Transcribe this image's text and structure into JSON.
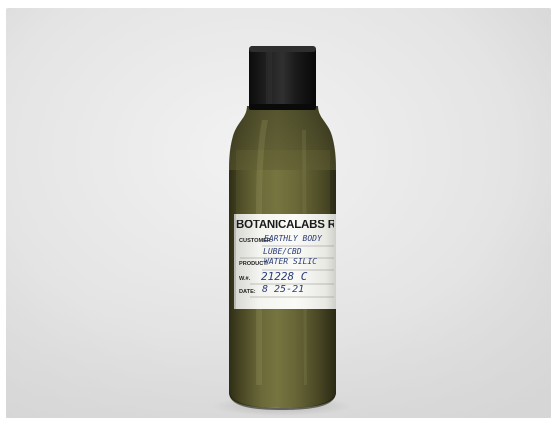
{
  "label": {
    "header": "BOTANICALABS RETAIN SAMP",
    "fields": [
      {
        "label": "CUSTOMER:",
        "value": "EARTHLY BODY"
      },
      {
        "label": "",
        "value": "LUBE/CBD"
      },
      {
        "label": "PRODUCT:",
        "value": "WATER SILIC"
      },
      {
        "label": "W.#.",
        "value": "21228 C"
      },
      {
        "label": "DATE:",
        "value": "8 25-21"
      }
    ]
  },
  "colors": {
    "background": "#e6e6e6",
    "bottle": "#5c5a2e",
    "cap": "#151515",
    "ink": "#2b3c78"
  }
}
